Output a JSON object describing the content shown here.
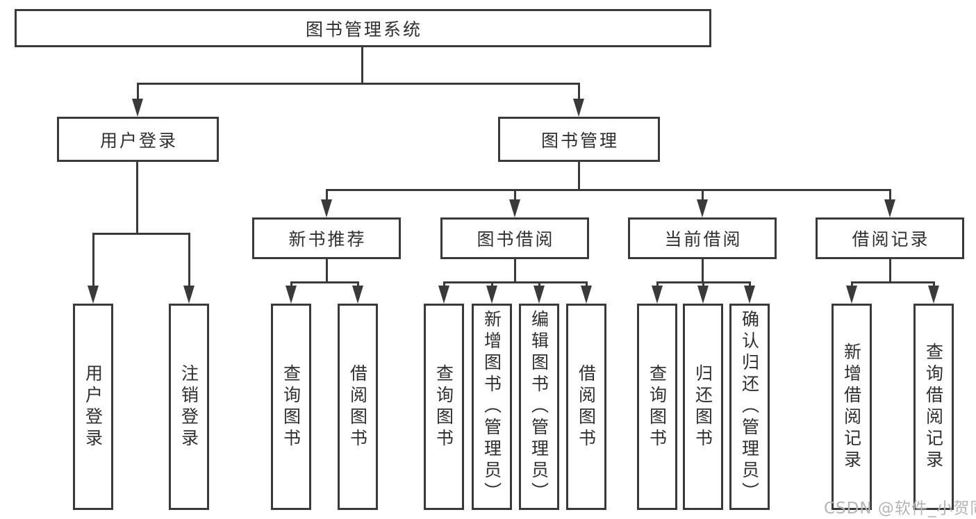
{
  "diagram": {
    "title_node": {
      "label": "图书管理系统"
    },
    "level2": [
      {
        "id": "user-login",
        "label": "用户登录"
      },
      {
        "id": "book-management",
        "label": "图书管理"
      }
    ],
    "level3": [
      {
        "id": "new-book-recommend",
        "label": "新书推荐"
      },
      {
        "id": "book-borrowing",
        "label": "图书借阅"
      },
      {
        "id": "current-borrowing",
        "label": "当前借阅"
      },
      {
        "id": "borrowing-records",
        "label": "借阅记录"
      }
    ],
    "leaves": {
      "user_login": [
        "用户登录",
        "注销登录"
      ],
      "new_book_recommend": [
        "查询图书",
        "借阅图书"
      ],
      "book_borrowing": [
        "查询图书",
        "新增图书（管理员）",
        "编辑图书（管理员）",
        "借阅图书"
      ],
      "current_borrowing": [
        "查询图书",
        "归还图书",
        "确认归还（管理员）"
      ],
      "borrowing_records": [
        "新增借阅记录",
        "查询借阅记录"
      ]
    }
  },
  "watermark": {
    "text": "CSDN @软件_小贺同学"
  },
  "colors": {
    "line": "#3a3a3a",
    "text": "#2f2f2f",
    "watermark": "#b5b5b5",
    "background": "#ffffff"
  }
}
